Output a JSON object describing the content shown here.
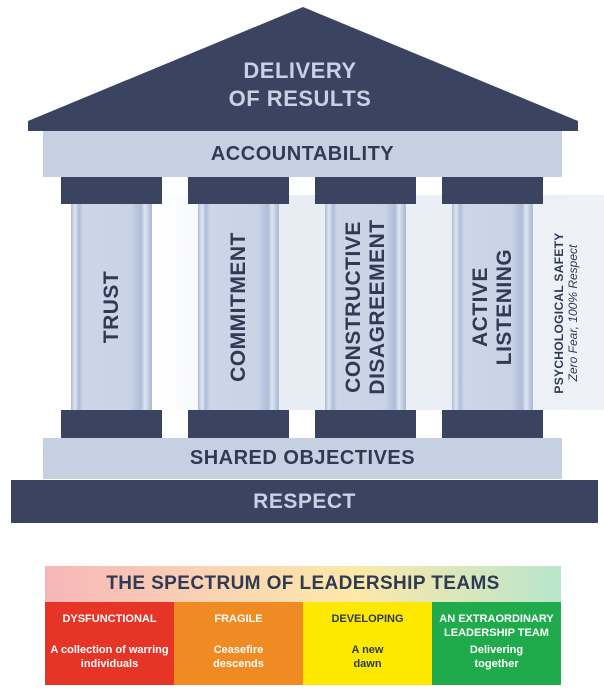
{
  "diagram": {
    "roof_title_line1": "DELIVERY",
    "roof_title_line2": "OF RESULTS",
    "top_beam": "ACCOUNTABILITY",
    "pillars": [
      {
        "line1": "TRUST",
        "line2": ""
      },
      {
        "line1": "COMMITMENT",
        "line2": ""
      },
      {
        "line1": "CONSTRUCTIVE",
        "line2": "DISAGREEMENT"
      },
      {
        "line1": "ACTIVE",
        "line2": "LISTENING"
      }
    ],
    "side_note_title": "PSYCHOLOGICAL SAFETY",
    "side_note_subtitle": "Zero Fear, 100% Respect",
    "lower_beam": "SHARED OBJECTIVES",
    "foundation": "RESPECT",
    "colors": {
      "dark": "#3a4461",
      "light": "#c5d1e3",
      "text": "#303a55"
    }
  },
  "spectrum": {
    "title": "THE SPECTRUM OF LEADERSHIP TEAMS",
    "stages": [
      {
        "label": "DYSFUNCTIONAL",
        "description": "A collection of warring individuals",
        "color": "#e63427"
      },
      {
        "label": "FRAGILE",
        "description": "Ceasefire descends",
        "color": "#f08a23"
      },
      {
        "label": "DEVELOPING",
        "description": "A new dawn",
        "color": "#fde800"
      },
      {
        "label": "AN EXTRAORDINARY LEADERSHIP TEAM",
        "description": "Delivering together",
        "color": "#1faa4b"
      }
    ]
  }
}
